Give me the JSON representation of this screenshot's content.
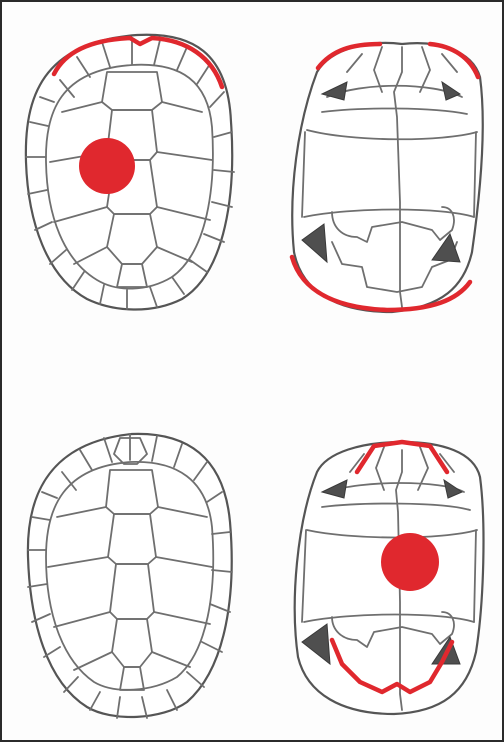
{
  "figure": {
    "panels": [
      {
        "view": "carapace",
        "highlight_color": "#e0282e"
      },
      {
        "view": "plastron",
        "highlight_color": "#e0282e"
      },
      {
        "view": "carapace",
        "highlight_color": "#e0282e"
      },
      {
        "view": "plastron",
        "highlight_color": "#e0282e"
      }
    ],
    "colors": {
      "highlight": "#e0282e",
      "line": "#6f6f6f",
      "frame": "#2b2b2b"
    }
  }
}
